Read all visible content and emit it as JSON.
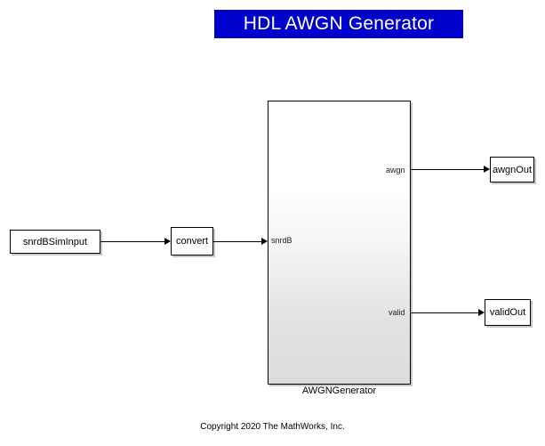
{
  "title": {
    "text": "HDL AWGN Generator",
    "background_color": "#0000cc",
    "text_color": "#ffffff"
  },
  "blocks": {
    "input": {
      "label": "snrdBSimInput"
    },
    "convert": {
      "label": "convert"
    },
    "subsystem": {
      "caption": "AWGNGenerator",
      "input_ports": [
        {
          "label": "snrdB"
        }
      ],
      "output_ports": [
        {
          "label": "awgn"
        },
        {
          "label": "valid"
        }
      ]
    },
    "awgn_out": {
      "label": "awgnOut"
    },
    "valid_out": {
      "label": "validOut"
    }
  },
  "signals": [
    {
      "name": "snrdBSimInput-to-convert"
    },
    {
      "name": "convert-to-snrdB"
    },
    {
      "name": "awgn-to-awgnOut"
    },
    {
      "name": "valid-to-validOut"
    }
  ],
  "footer": {
    "copyright": "Copyright 2020 The MathWorks, Inc."
  }
}
